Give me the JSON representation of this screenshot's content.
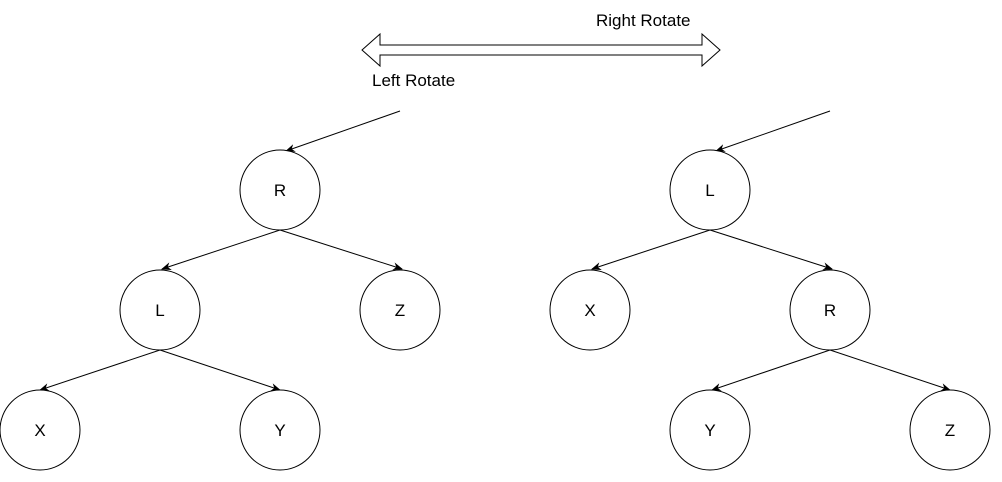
{
  "rotation": {
    "right_label": "Right Rotate",
    "left_label": "Left Rotate"
  },
  "left_tree": {
    "nodes": {
      "root": "R",
      "left": "L",
      "right": "Z",
      "left_left": "X",
      "left_right": "Y"
    }
  },
  "right_tree": {
    "nodes": {
      "root": "L",
      "left": "X",
      "right": "R",
      "right_left": "Y",
      "right_right": "Z"
    }
  },
  "colors": {
    "stroke": "#000000",
    "fill": "#ffffff"
  }
}
